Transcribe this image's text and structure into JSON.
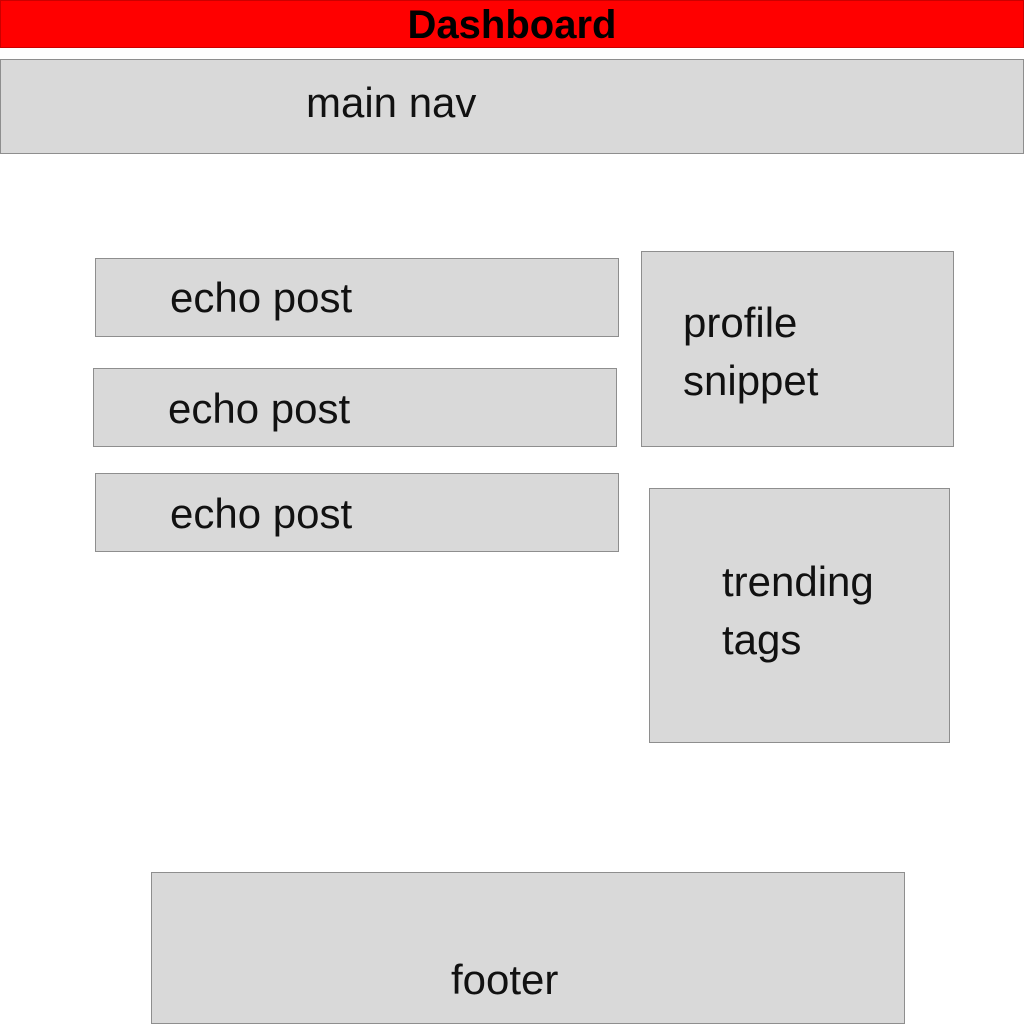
{
  "header": {
    "title": "Dashboard",
    "color": "#ff0000"
  },
  "nav": {
    "label": "main nav"
  },
  "posts": [
    {
      "label": "echo post"
    },
    {
      "label": "echo post"
    },
    {
      "label": "echo post"
    }
  ],
  "sidebar": {
    "profile": {
      "line1": "profile",
      "line2": "snippet"
    },
    "trending": {
      "line1": "trending",
      "line2": "tags"
    }
  },
  "footer": {
    "label": "footer"
  },
  "colors": {
    "placeholder_fill": "#d9d9d9",
    "placeholder_border": "#8e8e8e"
  }
}
